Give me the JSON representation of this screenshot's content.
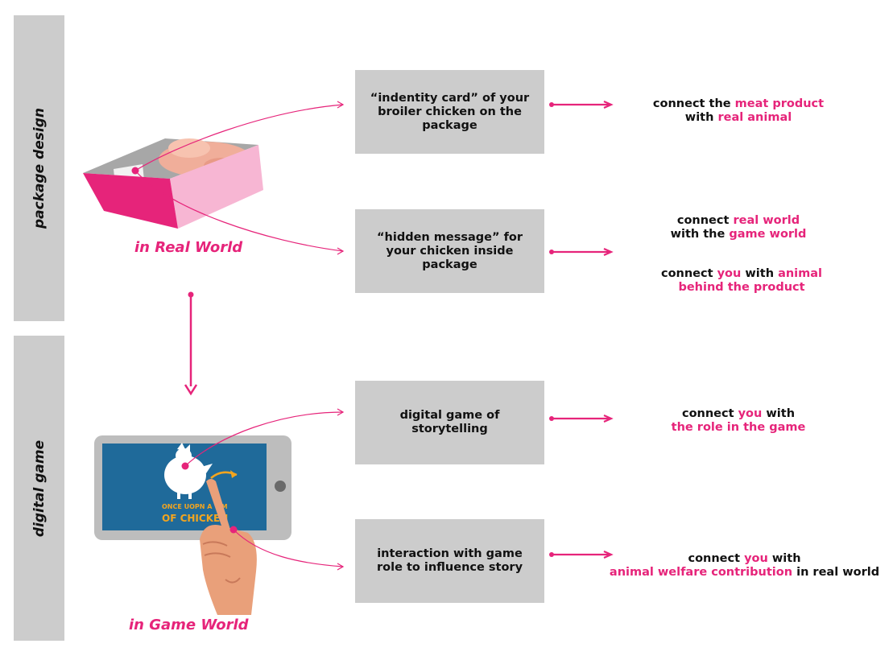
{
  "sections": {
    "package": "package design",
    "digital": "digital game"
  },
  "worlds": {
    "real": "in Real World",
    "game": "in Game World"
  },
  "boxes": [
    "“indentity card” of your broiler chicken on the package",
    "“hidden message” for your chicken inside package",
    "digital game of storytelling",
    "interaction with game role to influence story"
  ],
  "outcomes": {
    "o1": [
      [
        {
          "t": "connect the ",
          "h": false
        },
        {
          "t": "meat product",
          "h": true
        }
      ],
      [
        {
          "t": "with ",
          "h": false
        },
        {
          "t": "real animal",
          "h": true
        }
      ]
    ],
    "o2a": [
      [
        {
          "t": "connect ",
          "h": false
        },
        {
          "t": "real world",
          "h": true
        }
      ],
      [
        {
          "t": "with the ",
          "h": false
        },
        {
          "t": "game world",
          "h": true
        }
      ]
    ],
    "o2b": [
      [
        {
          "t": "connect ",
          "h": false
        },
        {
          "t": "you",
          "h": true
        },
        {
          "t": " with ",
          "h": false
        },
        {
          "t": "animal",
          "h": true
        }
      ],
      [
        {
          "t": "behind the product",
          "h": true
        }
      ]
    ],
    "o3": [
      [
        {
          "t": "connect ",
          "h": false
        },
        {
          "t": "you",
          "h": true
        },
        {
          "t": " with",
          "h": false
        }
      ],
      [
        {
          "t": "the role in the game",
          "h": true
        }
      ]
    ],
    "o4": [
      [
        {
          "t": "connect ",
          "h": false
        },
        {
          "t": "you",
          "h": true
        },
        {
          "t": " with",
          "h": false
        }
      ],
      [
        {
          "t": "animal welfare contribution",
          "h": true
        },
        {
          "t": " in real world",
          "h": false
        }
      ]
    ]
  },
  "game_title": {
    "line1": "ONCE UOPN A TIM",
    "line2": "OF CHICKEN"
  },
  "colors": {
    "accent": "#e6247a",
    "band": "#cccccc",
    "screen": "#1f6a9a",
    "game_title": "#f3a51f",
    "hand": "#e9a07a"
  }
}
